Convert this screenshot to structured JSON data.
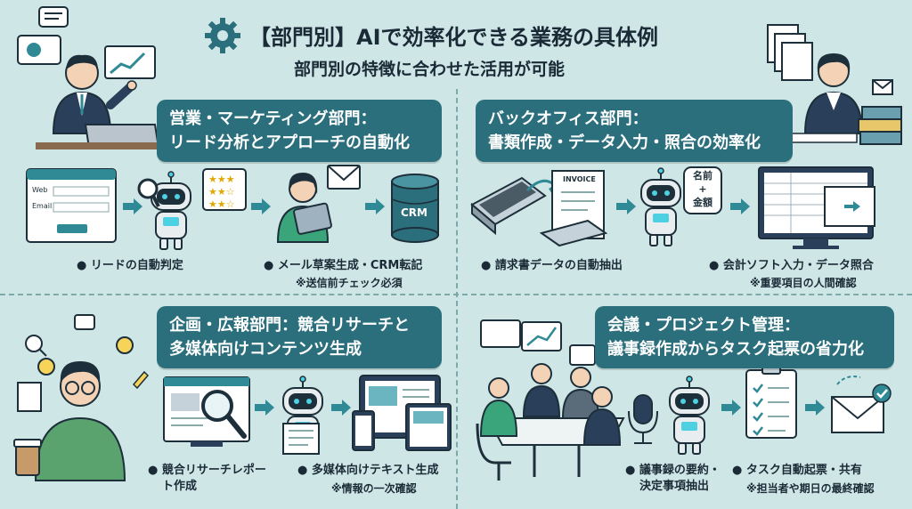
{
  "header": {
    "title": "【部門別】AIで効率化できる業務の具体例",
    "subtitle": "部門別の特徴に合わせた活用が可能"
  },
  "sections": [
    {
      "banner_line1": "営業・マーケティング部門：",
      "banner_line2": "リード分析とアプローチの自動化",
      "form_labels": [
        "Web",
        "Email"
      ],
      "crm_label": "CRM",
      "caption1": "● リードの自動判定",
      "caption2": "● メール草案生成・CRM転記",
      "note": "※送信前チェック必須"
    },
    {
      "banner_line1": "バックオフィス部門：",
      "banner_line2": "書類作成・データ入力・照合の効率化",
      "invoice_label": "INVOICE",
      "bubble_line1": "名前",
      "bubble_line2": "+",
      "bubble_line3": "金額",
      "caption1": "● 請求書データの自動抽出",
      "caption2": "● 会計ソフト入力・データ照合",
      "note": "※重要項目の人間確認"
    },
    {
      "banner_line1": "企画・広報部門：競合リサーチと",
      "banner_line2": "多媒体向けコンテンツ生成",
      "caption1_line1": "● 競合リサーチレポー",
      "caption1_line2": "ト作成",
      "caption2": "● 多媒体向けテキスト生成",
      "note": "※情報の一次確認"
    },
    {
      "banner_line1": "会議・プロジェクト管理：",
      "banner_line2": "議事録作成からタスク起票の省力化",
      "caption1_line1": "● 議事録の要約・",
      "caption1_line2": "決定事項抽出",
      "caption2": "● タスク自動起票・共有",
      "note": "※担当者や期日の最終確認"
    }
  ],
  "colors": {
    "background": "#cfe6e6",
    "banner": "#2b6f7d",
    "accent": "#2f8a95",
    "robot_eye": "#4dd0e1"
  }
}
